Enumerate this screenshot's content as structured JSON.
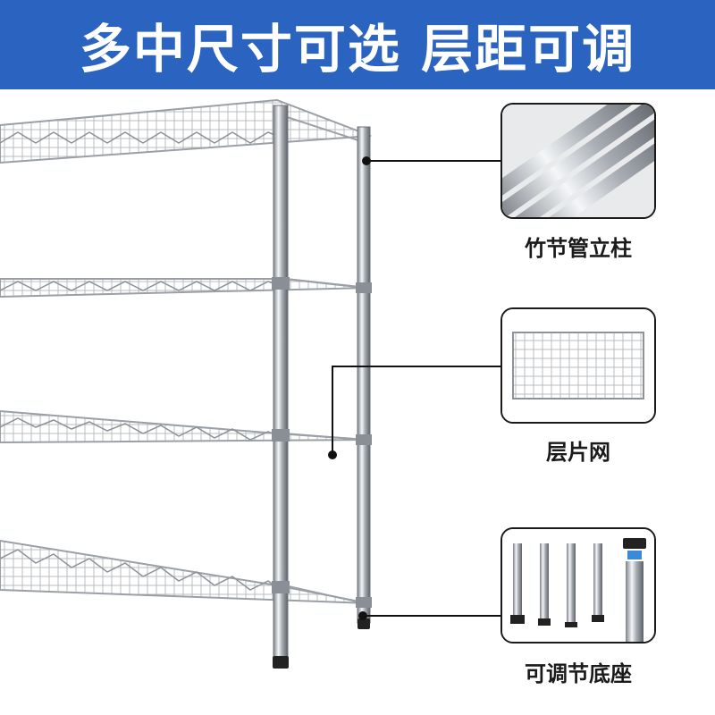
{
  "banner": {
    "title": "多中尺寸可选 层距可调",
    "bg_color": "#2b63c1"
  },
  "callouts": [
    {
      "label": "竹节管立柱",
      "icon": "chrome-pole-bundle-icon"
    },
    {
      "label": "层片网",
      "icon": "wire-shelf-panel-icon"
    },
    {
      "label": "可调节底座",
      "icon": "adjustable-foot-icon"
    }
  ],
  "product": {
    "icon": "chrome-wire-shelving-icon",
    "shelf_count": 4
  }
}
